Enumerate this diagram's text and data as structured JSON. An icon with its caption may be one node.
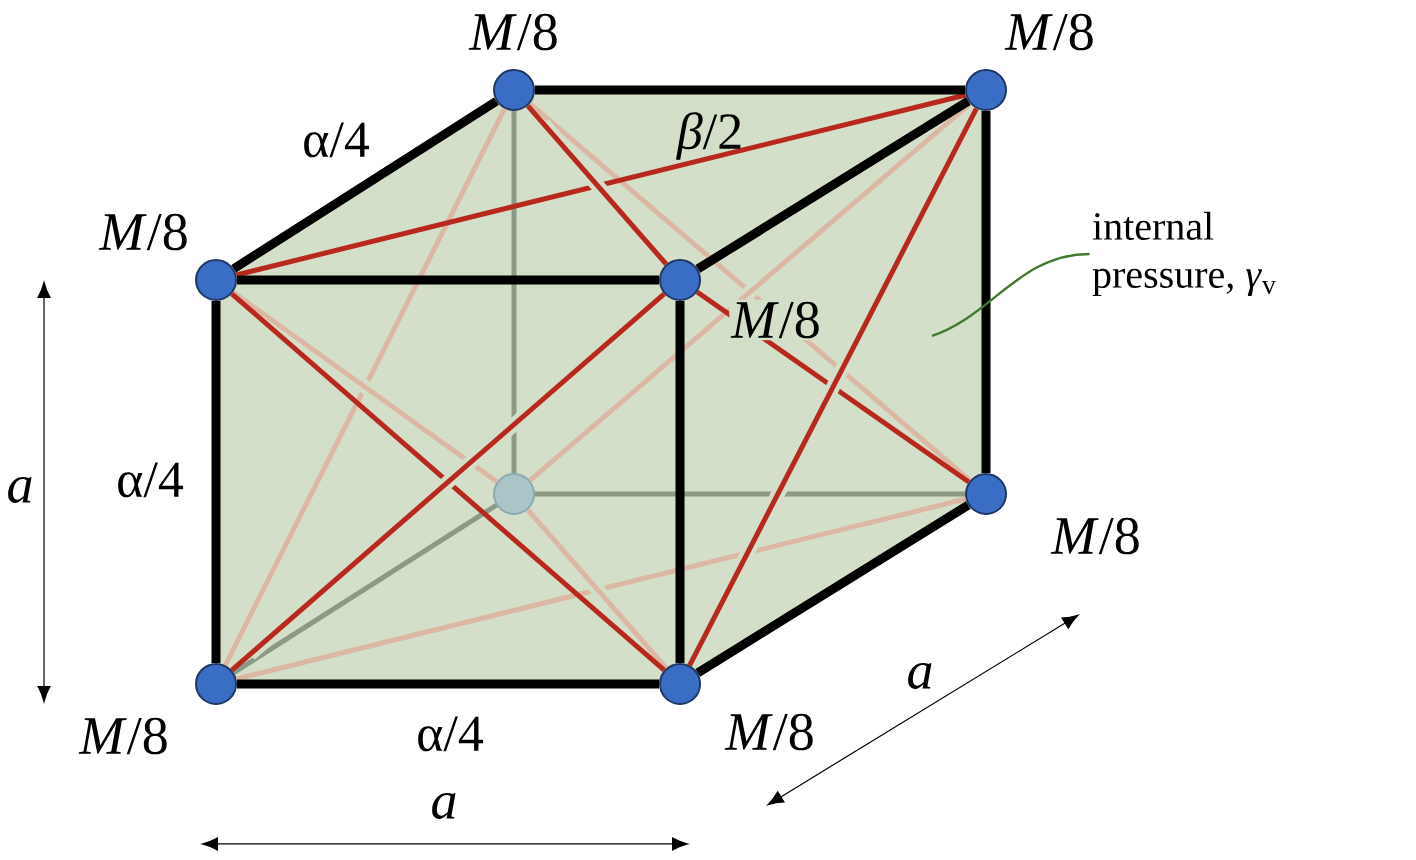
{
  "diagram": {
    "nodes": [
      {
        "text": [],
        "shape": "circle",
        "beside": [
          "*M*/8"
        ]
      },
      {
        "text": [],
        "shape": "circle",
        "beside": [
          "*M*/8"
        ]
      },
      {
        "text": [],
        "shape": "circle",
        "beside": [
          "*M*/8"
        ]
      },
      {
        "text": [],
        "shape": "circle",
        "beside": [
          "*M*/8"
        ]
      },
      {
        "text": [],
        "shape": "circle"
      },
      {
        "text": [],
        "shape": "circle",
        "beside": [
          "*M*/8"
        ]
      },
      {
        "text": [],
        "shape": "circle",
        "beside": [
          "*M*/8"
        ]
      },
      {
        "text": [],
        "shape": "circle",
        "beside": [
          "*M*/8"
        ]
      },
      {
        "text": [
          "internal pressure, *γ*$_{v}$"
        ]
      }
    ],
    "edges": [
      {
        "from": 0,
        "to": 4,
        "arrow": "none",
        "color": "#8a9a86"
      },
      {
        "from": 4,
        "to": 5,
        "arrow": "none",
        "color": "#8a9a86"
      },
      {
        "from": 4,
        "to": 6,
        "arrow": "none",
        "color": "#8a9a86"
      },
      {
        "from": 0,
        "to": 5,
        "arrow": "none",
        "color": "#dcb8a4"
      },
      {
        "from": 1,
        "to": 4,
        "arrow": "none",
        "color": "#dcb8a4"
      },
      {
        "from": 0,
        "to": 6,
        "arrow": "none",
        "color": "#dcb8a4"
      },
      {
        "from": 2,
        "to": 4,
        "arrow": "none",
        "color": "#dcb8a4"
      },
      {
        "from": 6,
        "to": 5,
        "arrow": "none",
        "color": "#dcb8a4"
      },
      {
        "from": 4,
        "to": 7,
        "arrow": "none",
        "color": "#dcb8a4"
      },
      {
        "from": 2,
        "to": 1,
        "arrow": "none",
        "color": "#b8281c",
        "label": "*β*/2"
      },
      {
        "from": 0,
        "to": 3,
        "arrow": "none",
        "color": "#b8281c"
      },
      {
        "from": 2,
        "to": 7,
        "arrow": "none",
        "color": "#b8281c"
      },
      {
        "from": 3,
        "to": 6,
        "arrow": "none",
        "color": "#b8281c"
      },
      {
        "from": 3,
        "to": 5,
        "arrow": "none",
        "color": "#b8281c"
      },
      {
        "from": 1,
        "to": 7,
        "arrow": "none",
        "color": "#b8281c"
      },
      {
        "from": 0,
        "to": 1,
        "arrow": "none",
        "style": "thick"
      },
      {
        "from": 0,
        "to": 2,
        "arrow": "none",
        "style": "thick",
        "label": "α/4"
      },
      {
        "from": 2,
        "to": 3,
        "arrow": "none",
        "style": "thick"
      },
      {
        "from": 3,
        "to": 1,
        "arrow": "none",
        "style": "thick"
      },
      {
        "from": 1,
        "to": 5,
        "arrow": "none",
        "style": "thick"
      },
      {
        "from": 3,
        "to": 7,
        "arrow": "none",
        "style": "thick"
      },
      {
        "from": 7,
        "to": 5,
        "arrow": "none",
        "style": "thick"
      },
      {
        "from": 2,
        "to": 6,
        "arrow": "none",
        "style": "thick",
        "label": "α/4"
      },
      {
        "from": 6,
        "to": 7,
        "arrow": "none",
        "style": "thick",
        "label": "α/4"
      },
      {
        "from": 8,
        "to": null,
        "arrow": "none",
        "color": "#3f7a2e"
      }
    ],
    "labels": [
      "*a*",
      "*a*",
      "*a*"
    ]
  }
}
